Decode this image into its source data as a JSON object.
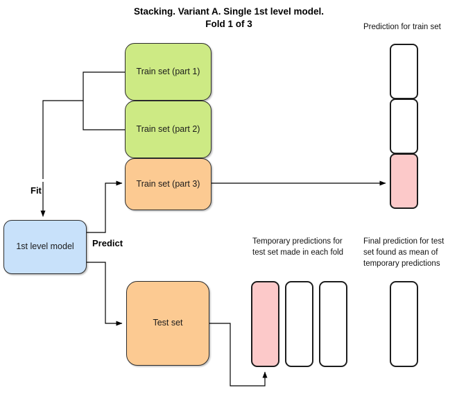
{
  "diagram": {
    "title_line1": "Stacking. Variant A. Single 1st level model.",
    "title_line2": "Fold 1 of 3",
    "colors": {
      "green": "#cdea84",
      "orange": "#fcca92",
      "pink": "#fcc9c9",
      "blue": "#c8e1fa",
      "white": "#ffffff",
      "stroke": "#2b2b2b"
    },
    "nodes": {
      "train_part1": "Train set (part 1)",
      "train_part2": "Train set (part 2)",
      "train_part3": "Train set (part 3)",
      "model": "1st level model",
      "test_set": "Test set"
    },
    "edge_labels": {
      "fit": "Fit",
      "predict": "Predict"
    },
    "captions": {
      "prediction_train": "Prediction for train set",
      "temporary_predictions": "Temporary predictions for test set made in each fold",
      "final_prediction": "Final prediction for test set found as mean of temporary predictions"
    },
    "train_prediction_column": [
      {
        "fill": "white"
      },
      {
        "fill": "white"
      },
      {
        "fill": "pink"
      }
    ],
    "temporary_prediction_bars": [
      {
        "fill": "pink"
      },
      {
        "fill": "white"
      },
      {
        "fill": "white"
      }
    ],
    "final_prediction_bar": {
      "fill": "white"
    }
  }
}
